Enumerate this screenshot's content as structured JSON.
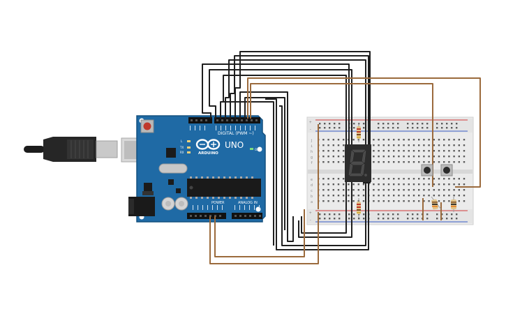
{
  "arduino": {
    "brand": "ARDUINO",
    "model": "UNO",
    "header_digital": "DIGITAL (PWM ~)",
    "header_power": "POWER",
    "header_analog": "ANALOG IN",
    "led_on": "ON",
    "led_l": "L",
    "led_tx": "TX",
    "led_rx": "RX",
    "icon": "infinity-logo-icon"
  },
  "breadboard": {
    "rail_plus": "+",
    "rail_minus": "-",
    "row_letters_top": [
      "j",
      "i",
      "h",
      "g",
      "f"
    ],
    "row_letters_bottom": [
      "e",
      "d",
      "c",
      "b",
      "a"
    ]
  },
  "components": {
    "display": "seven-segment-display",
    "buttons": 2,
    "resistors": 4
  },
  "colors": {
    "pcb": "#1f6aa5",
    "pcb_dark": "#14507f",
    "wire_black": "#1e1e1e",
    "wire_brown": "#9b6a3c",
    "breadboard": "#ebebeb",
    "rail_red": "#d23a3a",
    "rail_blue": "#3a5ec8"
  }
}
